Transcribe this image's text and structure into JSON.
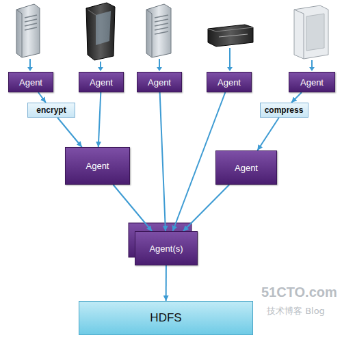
{
  "diagram": {
    "nodes": [
      {
        "text": [
          "Agent"
        ]
      },
      {
        "text": [
          "Agent"
        ]
      },
      {
        "text": [
          "Agent"
        ]
      },
      {
        "text": [
          "Agent"
        ]
      },
      {
        "text": [
          "Agent"
        ]
      },
      {
        "text": [
          "encrypt"
        ]
      },
      {
        "text": [
          "compress"
        ]
      },
      {
        "text": [
          "Agent"
        ]
      },
      {
        "text": [
          "Agent"
        ]
      },
      {
        "text": [
          "Agent(s)"
        ]
      },
      {
        "text": [
          "HDFS"
        ]
      }
    ],
    "edges": [
      {
        "from": 0,
        "to": 5,
        "arrow": "to"
      },
      {
        "from": 5,
        "to": 7,
        "arrow": "to"
      },
      {
        "from": 1,
        "to": 7,
        "arrow": "to"
      },
      {
        "from": 2,
        "to": 9,
        "arrow": "to"
      },
      {
        "from": 3,
        "to": 9,
        "arrow": "to"
      },
      {
        "from": 4,
        "to": 6,
        "arrow": "to"
      },
      {
        "from": 6,
        "to": 8,
        "arrow": "to"
      },
      {
        "from": 7,
        "to": 9,
        "arrow": "to"
      },
      {
        "from": 8,
        "to": 9,
        "arrow": "to"
      },
      {
        "from": 9,
        "to": 10,
        "arrow": "to"
      }
    ],
    "labels": [
      "51CTO.com",
      "技术博客 Blog"
    ]
  }
}
